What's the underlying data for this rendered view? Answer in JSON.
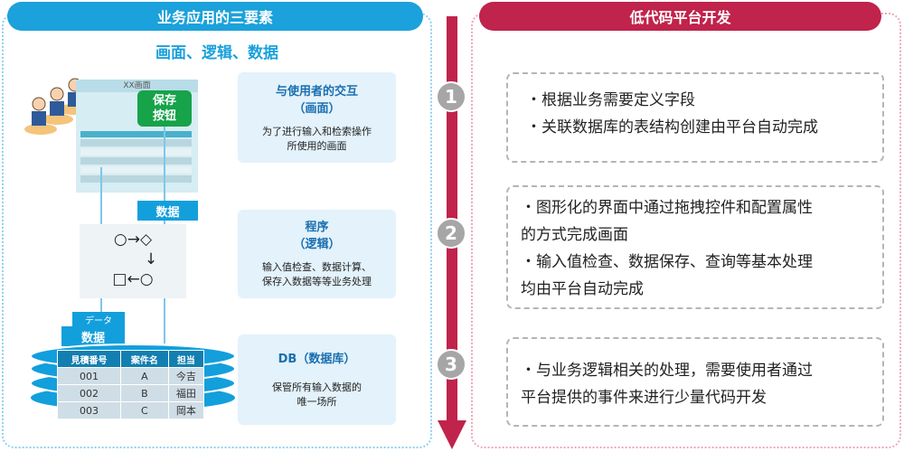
{
  "left": {
    "title": "业务应用的三要素",
    "subtitle": "画面、逻辑、数据",
    "screen_title": "XX画面",
    "save_button": "保存\n按钮",
    "data_tag": "数据",
    "data_tag_jp": "データ",
    "data_tag2": "数据",
    "flow_row1": "○→◇",
    "flow_row2": "↓",
    "flow_row3": "□←○",
    "table": {
      "headers": [
        "見積番号",
        "案件名",
        "担当"
      ],
      "rows": [
        [
          "001",
          "A",
          "今吉"
        ],
        [
          "002",
          "B",
          "福田"
        ],
        [
          "003",
          "C",
          "岡本"
        ]
      ]
    },
    "boxes": [
      {
        "title": "与使用者的交互\n（画面）",
        "desc": "为了进行输入和检索操作\n所使用的画面"
      },
      {
        "title": "程序\n（逻辑）",
        "desc": "输入值检查、数据计算、\n保存入数据等等业务处理"
      },
      {
        "title": "DB（数据库）",
        "desc": "保管所有输入数据的\n唯一场所"
      }
    ]
  },
  "right": {
    "title": "低代码平台开发",
    "steps": [
      {
        "num": "1",
        "lines": [
          "・根据业务需要定义字段",
          "・关联数据库的表结构创建由平台自动完成"
        ]
      },
      {
        "num": "2",
        "lines": [
          "・图形化的界面中通过拖拽控件和配置属性",
          "的方式完成画面",
          "・输入值检查、数据保存、查询等基本处理",
          "均由平台自动完成"
        ]
      },
      {
        "num": "3",
        "lines": [
          "・与业务逻辑相关的处理，需要使用者通过",
          "平台提供的事件来进行少量代码开发"
        ]
      }
    ]
  },
  "colors": {
    "blue": "#1ba1db",
    "red": "#c0234b",
    "arrow": "#c0234b"
  }
}
